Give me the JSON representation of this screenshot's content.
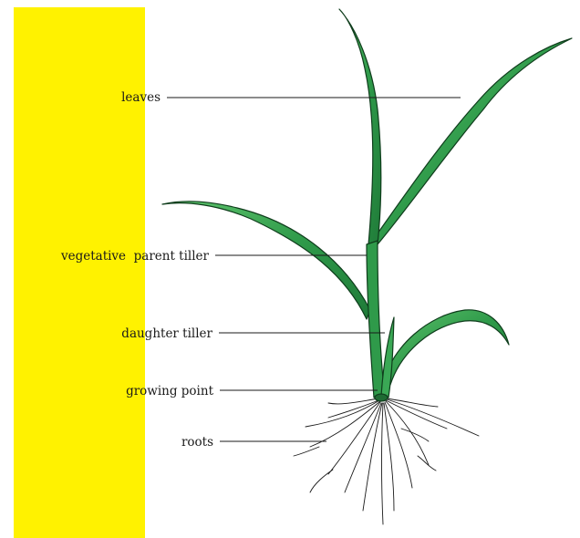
{
  "labels": {
    "leaves": "leaves",
    "parent_tiller": "vegetative  parent tiller",
    "daughter_tiller": "daughter tiller",
    "growing_point": "growing point",
    "roots": "roots"
  },
  "colors": {
    "band": "#fff200",
    "leaf": "#2f9a4a",
    "leaf_light": "#5fc46d",
    "leaf_edge": "#0f3d1c",
    "root": "#1a1a1a",
    "leader": "#1a1a1a"
  }
}
